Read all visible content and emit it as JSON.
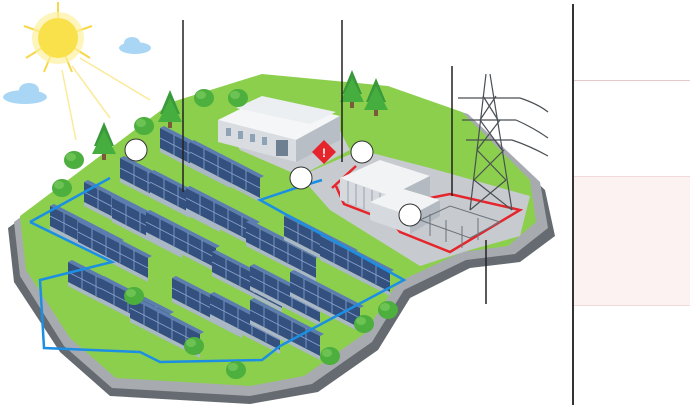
{
  "diagram": {
    "title": "",
    "callout_markers": [
      {
        "id": "marker-1",
        "label": ""
      },
      {
        "id": "marker-2",
        "label": ""
      },
      {
        "id": "marker-3",
        "label": ""
      },
      {
        "id": "marker-4",
        "label": ""
      }
    ],
    "warning_symbol": "!",
    "icons": [
      "sun-icon",
      "cloud-icon",
      "tree-icon",
      "solar-panel-icon",
      "warehouse-icon",
      "transformer-icon",
      "transmission-tower-icon",
      "warning-icon"
    ],
    "colors": {
      "sky_sun": "#f9e14b",
      "grass": "#8ccf4d",
      "grass_dark": "#5aa83a",
      "ground_edge": "#6f7479",
      "panel": "#3d5a8c",
      "panel_frame": "#b9c4cf",
      "blue_route": "#1c8fe3",
      "red_route": "#e5252b",
      "building": "#e7eaee",
      "pad": "#c7cbcf",
      "tree": "#3a9a3b"
    }
  },
  "side_panel": {
    "label_top": "",
    "label_box": ""
  }
}
